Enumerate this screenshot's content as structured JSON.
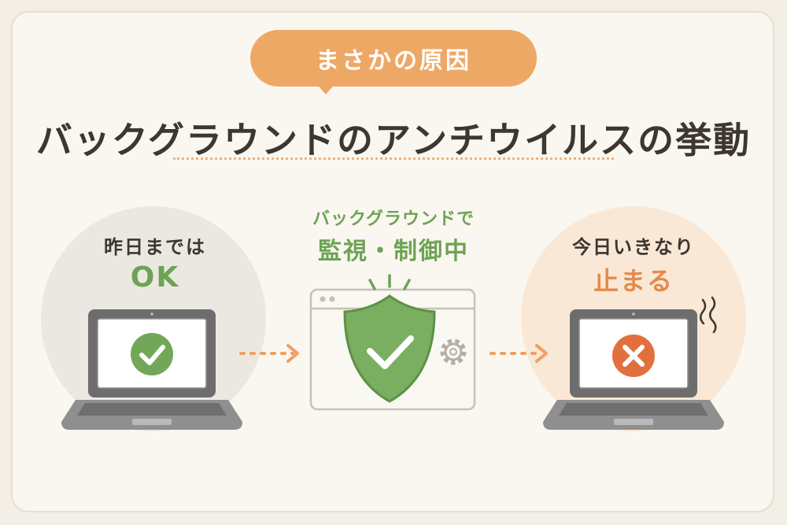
{
  "header": {
    "badge": "まさかの原因",
    "title": "バックグラウンドのアンチウイルスの挙動"
  },
  "panels": {
    "left": {
      "caption": "昨日までは",
      "status": "OK"
    },
    "middle": {
      "caption": "バックグラウンドで",
      "status": "監視・制御中"
    },
    "right": {
      "caption": "今日いきなり",
      "status": "止まる"
    }
  },
  "icons": {
    "left_laptop": "laptop-icon",
    "left_status": "check-circle-icon",
    "middle_window": "browser-window-icon",
    "middle_shield": "shield-check-icon",
    "middle_gear": "gear-icon",
    "right_laptop": "laptop-icon",
    "right_status": "x-circle-icon",
    "arrows": "dotted-arrow-right-icon"
  },
  "colors": {
    "accent_orange": "#eea866",
    "ok_green": "#6ea355",
    "error_orange": "#e38b4c",
    "text_dark": "#3d3631"
  }
}
